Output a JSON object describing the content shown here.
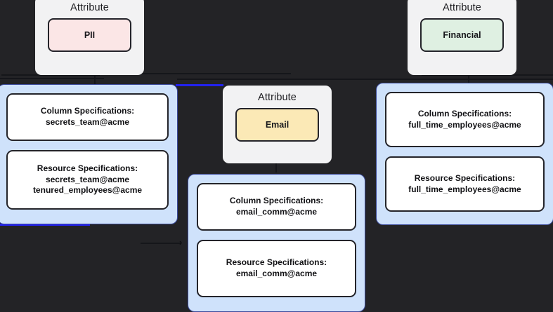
{
  "canvas": {
    "background_color": "#232326",
    "accent_edge_color": "#2222ee",
    "group_fill_color": "#cfe2fb",
    "group_border_color": "#3b4a9b"
  },
  "attributes": [
    {
      "name": "pii-attribute",
      "title": "Attribute",
      "value": "PII",
      "chip_color": "#fbe6e6"
    },
    {
      "name": "email-attribute",
      "title": "Attribute",
      "value": "Email",
      "chip_color": "#fbe9b6"
    },
    {
      "name": "financial-attribute",
      "title": "Attribute",
      "value": "Financial",
      "chip_color": "#dff0e2"
    }
  ],
  "spec_groups": [
    {
      "name": "pii-spec-group",
      "boxes": [
        {
          "name": "column-specifications-box",
          "lines": [
            "Column Specifications:",
            "secrets_team@acme"
          ]
        },
        {
          "name": "resource-specifications-box",
          "lines": [
            "Resource Specifications:",
            "secrets_team@acme",
            "tenured_employees@acme"
          ]
        }
      ]
    },
    {
      "name": "email-spec-group",
      "boxes": [
        {
          "name": "column-specifications-box",
          "lines": [
            "Column Specifications:",
            "email_comm@acme"
          ]
        },
        {
          "name": "resource-specifications-box",
          "lines": [
            "Resource Specifications:",
            "email_comm@acme"
          ]
        }
      ]
    },
    {
      "name": "financial-spec-group",
      "boxes": [
        {
          "name": "column-specifications-box",
          "lines": [
            "Column Specifications:",
            "full_time_employees@acme"
          ]
        },
        {
          "name": "resource-specifications-box",
          "lines": [
            "Resource Specifications:",
            "full_time_employees@acme"
          ]
        }
      ]
    }
  ],
  "arrow_marker": "›"
}
